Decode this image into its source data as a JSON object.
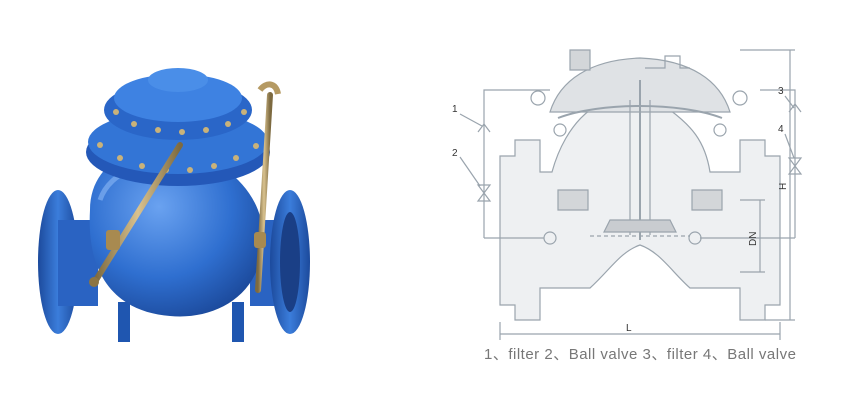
{
  "drawing": {
    "callouts": [
      "1",
      "2",
      "3",
      "4"
    ],
    "dimensions": {
      "length": "L",
      "height": "H",
      "nominal_diameter": "DN"
    }
  },
  "caption": "1、filter 2、Ball valve 3、filter 4、Ball valve",
  "colors": {
    "valve_body": "#2f6fd0",
    "valve_highlight": "#5b95ea",
    "valve_shadow": "#1c4a9c",
    "brass_pipe": "#b59a63",
    "drawing_line": "#9aa4ad",
    "drawing_hatch": "#d3d6d9"
  }
}
